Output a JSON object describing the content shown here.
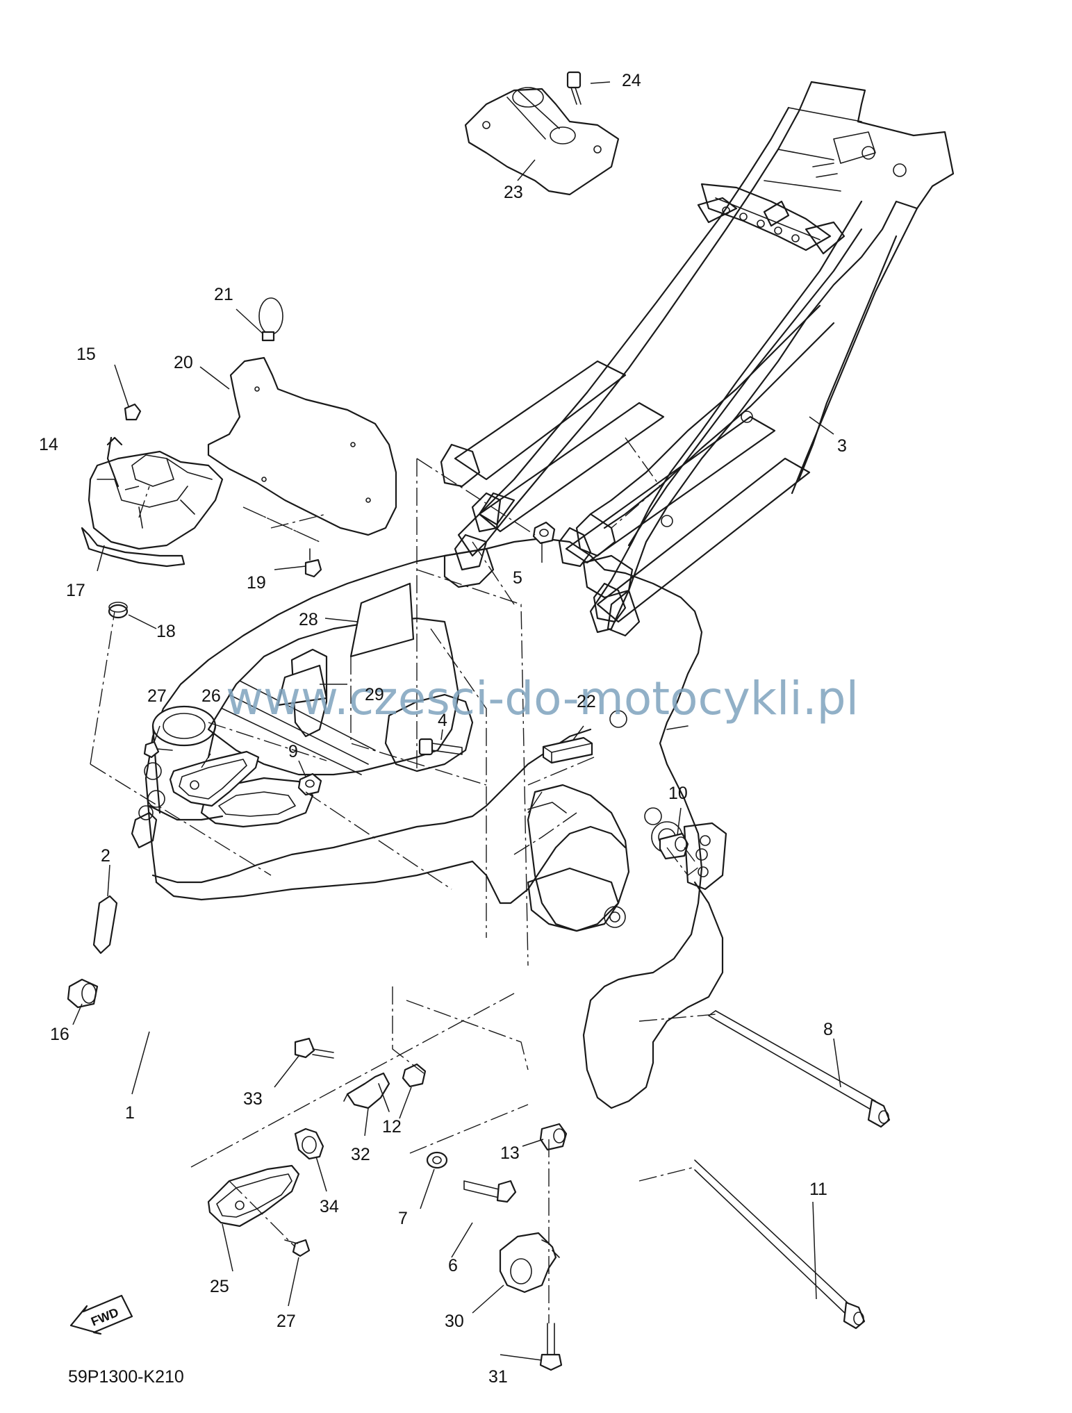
{
  "watermark": "www.czesci-do-motocykli.pl",
  "diagram_code": "59P1300-K210",
  "fwd_label": "FWD",
  "callouts": [
    "1",
    "2",
    "3",
    "4",
    "5",
    "6",
    "7",
    "8",
    "9",
    "10",
    "11",
    "12",
    "13",
    "14",
    "15",
    "16",
    "17",
    "18",
    "19",
    "20",
    "21",
    "22",
    "23",
    "24",
    "25",
    "26",
    "27",
    "28",
    "29",
    "30",
    "31",
    "32",
    "33",
    "34"
  ],
  "callout_27_second": "27"
}
